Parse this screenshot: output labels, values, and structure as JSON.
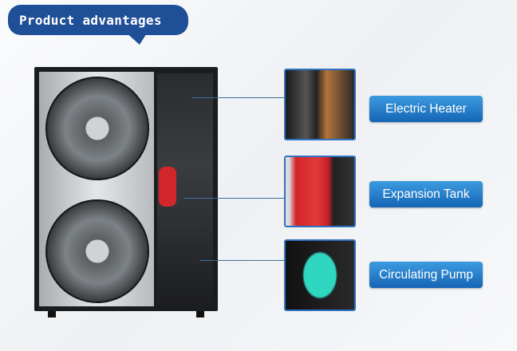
{
  "banner": {
    "title": "Product advantages",
    "color": "#1f4f96"
  },
  "features": [
    {
      "label": "Electric Heater",
      "icon": "electric-heater-photo"
    },
    {
      "label": "Expansion Tank",
      "icon": "expansion-tank-photo"
    },
    {
      "label": "Circulating Pump",
      "icon": "circulating-pump-photo"
    }
  ],
  "colors": {
    "label_blue": "#1e78c8",
    "border_blue": "#2f72c0"
  }
}
